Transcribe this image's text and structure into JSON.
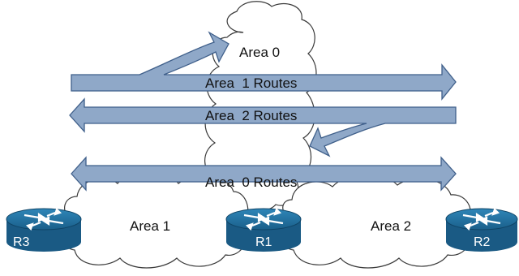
{
  "areas": {
    "area0": "Area 0",
    "area1": "Area 1",
    "area2": "Area 2"
  },
  "routes": {
    "area1_routes": "Area  1 Routes",
    "area2_routes": "Area  2 Routes",
    "area0_routes": "Area  0 Routes"
  },
  "routers": {
    "r3": "R3",
    "r1": "R1",
    "r2": "R2"
  },
  "colors": {
    "arrow_fill": "#8fa8c8",
    "arrow_stroke": "#3f5f8a",
    "router_body": "#1f6f9e"
  },
  "icons": [
    "router-icon",
    "cloud-shape",
    "double-arrow"
  ]
}
